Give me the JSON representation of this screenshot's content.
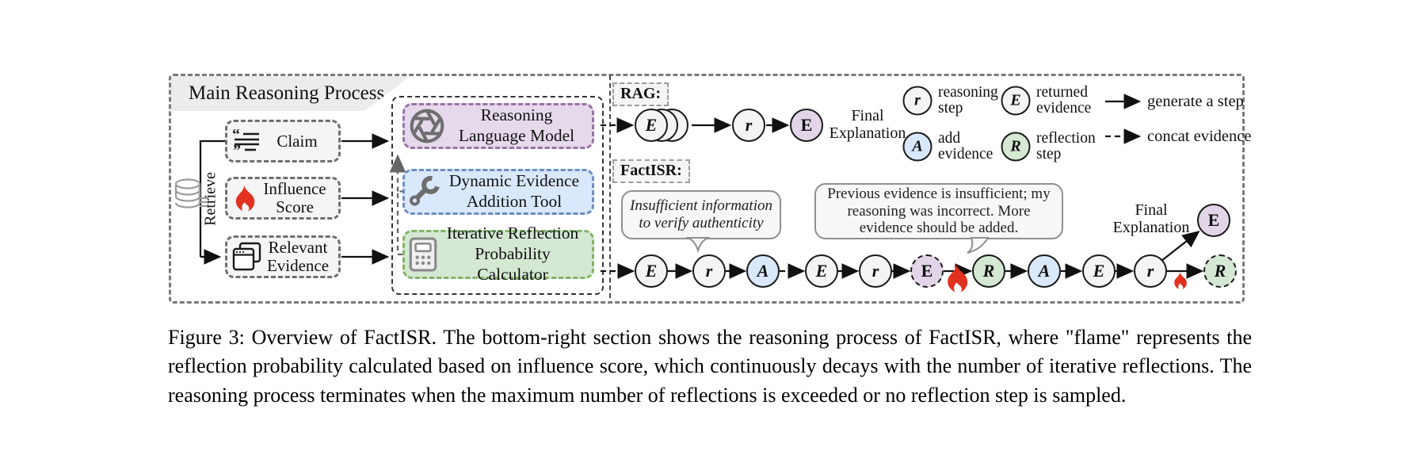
{
  "figure": {
    "banner_title": "Main Reasoning Process",
    "retrieve_label": "Retrieve",
    "inputs": [
      {
        "label": "Claim",
        "icon": "claim-icon"
      },
      {
        "label": "Influence Score",
        "icon": "flame-icon"
      },
      {
        "label": "Relevant Evidence",
        "icon": "evidence-icon"
      }
    ],
    "database_icon": "database-icon",
    "tools": [
      {
        "label": "Reasoning Language Model",
        "icon": "openai-logo-icon"
      },
      {
        "label": "Dynamic Evidence Addition Tool",
        "icon": "wrench-icon"
      },
      {
        "label": "Iterative Reflection Probability Calculator",
        "icon": "calculator-icon"
      }
    ],
    "rag": {
      "title": "RAG:",
      "nodes": [
        "E",
        "r",
        "E"
      ],
      "final_label": "Final Explanation"
    },
    "factisr": {
      "title": "FactISR:",
      "bubble1": "Insufficient information to verify authenticity",
      "bubble2": "Previous evidence is insufficient; my reasoning was incorrect. More evidence should be added.",
      "nodes": [
        "E",
        "r",
        "A",
        "E",
        "r",
        "E",
        "R",
        "A",
        "E",
        "r",
        "R"
      ],
      "final_node": "E",
      "final_label": "Final Explanation"
    },
    "legend": {
      "nodes": [
        {
          "symbol": "r",
          "label": "reasoning step"
        },
        {
          "symbol": "E",
          "label": "returned evidence"
        },
        {
          "symbol": "A",
          "label": "add evidence"
        },
        {
          "symbol": "R",
          "label": "reflection step"
        }
      ],
      "arrows": [
        {
          "style": "solid",
          "label": "generate a step"
        },
        {
          "style": "dashed",
          "label": "concat evidence"
        }
      ]
    },
    "colors": {
      "purple_fill": "#e1d5e7",
      "purple_border": "#9673a6",
      "blue_fill": "#dae8fc",
      "blue_border": "#6c8ebf",
      "green_fill": "#d5e8d4",
      "green_border": "#82b366",
      "flame_red": "#e2321f",
      "banner_gray": "#ececec"
    }
  },
  "caption": "Figure 3: Overview of FactISR. The bottom-right section shows the reasoning process of FactISR, where \"flame\" represents the reflection probability calculated based on influence score, which continuously decays with the number of iterative reflections. The reasoning process terminates when the maximum number of reflections is exceeded or no reflection step is sampled."
}
